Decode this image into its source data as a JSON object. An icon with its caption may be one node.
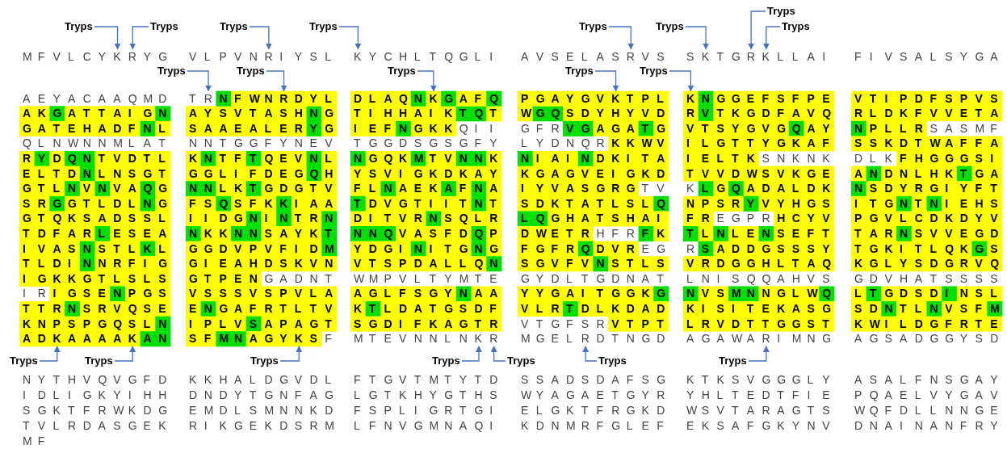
{
  "diagram": {
    "nodes": [
      {
        "text": [
          "Tryps"
        ]
      },
      {
        "text": [
          "Tryps"
        ]
      },
      {
        "text": [
          "Tryps"
        ]
      },
      {
        "text": [
          "Tryps"
        ]
      },
      {
        "text": [
          "Tryps"
        ]
      },
      {
        "text": [
          "Tryps"
        ]
      },
      {
        "text": [
          "Tryps"
        ]
      },
      {
        "text": [
          "Tryps"
        ]
      },
      {
        "text": [
          "Tryps"
        ]
      },
      {
        "text": [
          "Tryps"
        ]
      },
      {
        "text": [
          "Tryps"
        ]
      },
      {
        "text": [
          "Tryps"
        ]
      },
      {
        "text": [
          "Tryps"
        ]
      },
      {
        "text": [
          "Tryps"
        ]
      },
      {
        "text": [
          "Tryps"
        ]
      },
      {
        "text": [
          "Tryps"
        ]
      },
      {
        "text": [
          "Tryps"
        ]
      },
      {
        "text": [
          "Tryps"
        ]
      },
      {
        "text": [
          "Tryps"
        ]
      },
      {
        "text": [
          "Tryps"
        ]
      },
      {
        "text": [
          "M F V L C Y K R Y G"
        ]
      },
      {
        "text": [
          "V L P V N R I Y S L"
        ]
      },
      {
        "text": [
          "K Y C H L T Q G L I"
        ]
      },
      {
        "text": [
          "A V S E L A S R V S"
        ]
      },
      {
        "text": [
          "S K T G R K L L A I"
        ]
      },
      {
        "text": [
          "T R N F W N R D Y L"
        ]
      },
      {
        "text": [
          "D L A Q N K G A F Q"
        ]
      },
      {
        "text": [
          "P G A Y G V K T P L"
        ]
      },
      {
        "text": [
          "K N G G E F S F P E"
        ]
      },
      {
        "text": [
          "A D K A A A A K A N"
        ]
      },
      {
        "text": [
          "S F M N A G Y K S F"
        ]
      },
      {
        "text": [
          "M T E V N N L N K R"
        ]
      },
      {
        "text": [
          "M G E L R D T N G D"
        ]
      },
      {
        "text": [
          "A G A W A R I M N G"
        ]
      }
    ],
    "edges": [
      {
        "from": 0,
        "to": 24,
        "arrow": "to"
      },
      {
        "from": 1,
        "to": 20,
        "arrow": "to"
      },
      {
        "from": 2,
        "to": 20,
        "arrow": "to"
      },
      {
        "from": 3,
        "to": 21,
        "arrow": "to"
      },
      {
        "from": 4,
        "to": 22,
        "arrow": "to"
      },
      {
        "from": 5,
        "to": 23,
        "arrow": "to"
      },
      {
        "from": 6,
        "to": 24,
        "arrow": "to"
      },
      {
        "from": 7,
        "to": 24,
        "arrow": "to"
      },
      {
        "from": 8,
        "to": 25,
        "arrow": "to"
      },
      {
        "from": 9,
        "to": 25,
        "arrow": "to"
      },
      {
        "from": 10,
        "to": 26,
        "arrow": "to"
      },
      {
        "from": 11,
        "to": 27,
        "arrow": "to"
      },
      {
        "from": 12,
        "to": 28,
        "arrow": "to"
      },
      {
        "from": 13,
        "to": 29,
        "arrow": "to"
      },
      {
        "from": 14,
        "to": 29,
        "arrow": "to"
      },
      {
        "from": 15,
        "to": 30,
        "arrow": "to"
      },
      {
        "from": 16,
        "to": 31,
        "arrow": "to"
      },
      {
        "from": 17,
        "to": 31,
        "arrow": "to"
      },
      {
        "from": 18,
        "to": 32,
        "arrow": "to"
      },
      {
        "from": 19,
        "to": 33,
        "arrow": "to"
      }
    ],
    "labels": [
      "F I V S A L S Y G A",
      "A E Y A C A A Q M D",
      "V T I P D F S P V S",
      "A K G A T T A I G N",
      "A Y S V T A S H N G",
      "T I H H A I K T Q T",
      "W G Q S D Y H Y V D",
      "R V T K G D F A V Q",
      "R L D K F V V E T A",
      "G A T E H A D F N L",
      "S A A E A L E R Y G",
      "I E F N G K K Q I I",
      "G F R V G A G A T G",
      "V T S Y G V G Q A Y",
      "N P L L R S A S M F",
      "Q L N W N N M L A T",
      "N N T G G F Y N E V",
      "T G G D S G S G F Y",
      "L Y D N Q R K K W V",
      "I L G T T Y G K A F",
      "S S K D T W A F F A",
      "R Y D Q N T V D T L",
      "K N T F T Q E V N L",
      "N G Q K M T V N N K",
      "N I A I N D K I T A",
      "I E L T K S N K N K",
      "D L K F H G G G S I",
      "E L T D N L N S G T",
      "G G L I F D E G Q H",
      "Y S V I G K D K A Y",
      "K G A G V E I G K D",
      "T V V D W S V K G E",
      "A N D N L H K T G A",
      "G T L N V N V A Q G",
      "N N L K T G D G T V",
      "F L N A E K A F N A",
      "I Y V A S G R G T V",
      "K L G Q A D A L D K",
      "N S D Y R G I Y F T",
      "S R G G T L D L N G",
      "F S Q S F K K I A A",
      "T D V G T I I T N T",
      "S D K T A T L S L Q",
      "N P S R Y V Y H G S",
      "I T G N T N I E H S",
      "G T Q K S A D S S L",
      "I I D G N I N T R N",
      "D I T V R N S Q L R",
      "L Q G H A T S H A I",
      "F R E G P R H C Y V",
      "P G V L C D K D Y V",
      "T D F A R L E S E A",
      "N K K N N S A Y K T",
      "N N Q V A S F D Q P",
      "D W E T R H F R F K",
      "T L N L E N S E F T",
      "T A R N S V V E G D",
      "I V A S N S T L K L",
      "G G D V P V F I D M",
      "Y D G I N I T G N G",
      "F G F R Q D V R E G",
      "R S A D D G S S S Y",
      "T G K I T L Q K G S",
      "T L D I N N R F I G",
      "G I E A H D S K V N",
      "V T S P D A L L Q N",
      "S G V F V N S T L S",
      "V R D G G H L T A Q",
      "K G L Y S D G R V Q",
      "I G K K G T L S L S",
      "G T P E N G A D N T",
      "W M P V L T Y M T E",
      "G Y D L T G D N A T",
      "L N I S Q Q A H V S",
      "G D V H A T S S S S",
      "I R I G S E N P G S",
      "V S S S V S P V L A",
      "A G L F S G Y N A A",
      "Y Y G A I T G G K G",
      "N V S M N N G L W Q",
      "L T G D S D I N S L",
      "T T R N S R V Q S E",
      "E N G A F R T L T V",
      "K T L D A T G S D F",
      "V L R T D L K D A D",
      "K I S I T E K A S G",
      "S D N T L N V S F M",
      "K N P S P G Q S L N",
      "I P L V S A P A G T",
      "S G D I F K A G T R",
      "V T G F S R V T P T",
      "L R V D T T G G S T",
      "K W I L D G F R T E",
      "A G S A D G G Y S D",
      "N Y T H V Q V G F D",
      "K K H A L D G V D L",
      "F T G V T M T Y T D",
      "S S A D S D A F S G",
      "K T K S V G G G L Y",
      "A S A L F N S G A Y",
      "I D L I G K Y I H H",
      "D N D Y T G N F A G",
      "L G T K H Y G T H S",
      "W Y A G A E T G Y R",
      "Y H L T E D T F I E",
      "P Q A E L V Y G A V",
      "S G K T F R W K D G",
      "E M D L S M N N K D",
      "F S P L I G R T G I",
      "E L G K T F R G K D",
      "W S V T A R A G T S",
      "W Q F D L L N N G E",
      "T V L R D A S G E K",
      "R I K G E K D S R M",
      "L F N V G M N A Q I",
      "K D N M R F G L E F",
      "E K S A F G K Y N V",
      "D N A I N A N F R Y",
      "M F"
    ]
  }
}
